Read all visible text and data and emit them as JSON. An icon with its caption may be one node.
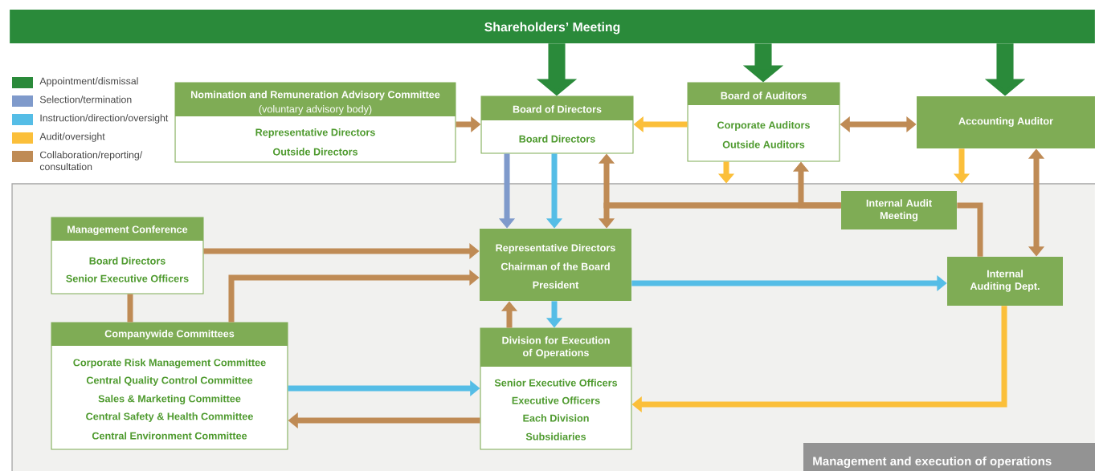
{
  "diagram": {
    "nodes": [
      {
        "text": [
          "Shareholders’ Meeting"
        ]
      },
      {
        "text": [
          "Nomination and Remuneration Advisory Committee",
          "(voluntary advisory body)",
          "Representative Directors",
          "Outside Directors"
        ]
      },
      {
        "text": [
          "Board of Directors",
          "Board Directors"
        ]
      },
      {
        "text": [
          "Board of Auditors",
          "Corporate Auditors",
          "Outside Auditors"
        ]
      },
      {
        "text": [
          "Accounting Auditor"
        ]
      },
      {
        "text": [
          "Management and execution of operations"
        ]
      },
      {
        "text": [
          "Internal Audit Meeting"
        ],
        "in": 5
      },
      {
        "text": [
          "Management Conference",
          "Board Directors",
          "Senior Executive Officers"
        ],
        "in": 5
      },
      {
        "text": [
          "Representative Directors",
          "Chairman of the Board",
          "President"
        ],
        "in": 5
      },
      {
        "text": [
          "Internal Auditing Dept."
        ],
        "in": 5
      },
      {
        "text": [
          "Companywide Committees",
          "Corporate Risk Management Committee",
          "Central Quality Control Committee",
          "Sales & Marketing Committee",
          "Central Safety & Health Committee",
          "Central Environment Committee"
        ],
        "in": 5
      },
      {
        "text": [
          "Division for Execution of Operations",
          "Senior Executive Officers",
          "Executive Officers",
          "Each Division",
          "Subsidiaries"
        ],
        "in": 5
      }
    ],
    "edges": [
      {
        "from": 0,
        "to": 2,
        "arrow": "to",
        "style": "thick",
        "color": "#2a8a3a"
      },
      {
        "from": 0,
        "to": 3,
        "arrow": "to",
        "style": "thick",
        "color": "#2a8a3a"
      },
      {
        "from": 0,
        "to": 4,
        "arrow": "to",
        "style": "thick",
        "color": "#2a8a3a"
      },
      {
        "from": 1,
        "to": 2,
        "arrow": "to"
      },
      {
        "from": 3,
        "to": 2,
        "arrow": "to",
        "color": "#fbbf3a"
      },
      {
        "from": 3,
        "to": 4,
        "arrow": "both"
      },
      {
        "from": 3,
        "to": 5,
        "arrow": "to",
        "color": "#fbbf3a"
      },
      {
        "from": 4,
        "to": 5,
        "arrow": "to",
        "color": "#fbbf3a"
      },
      {
        "from": 2,
        "to": 8,
        "arrow": "to",
        "color": "#7f9acb"
      },
      {
        "from": 2,
        "to": 8,
        "arrow": "to",
        "color": "#55bde6"
      },
      {
        "from": 6,
        "to": 2,
        "arrow": "to"
      },
      {
        "from": 6,
        "to": 8,
        "arrow": "to"
      },
      {
        "from": 6,
        "to": 3,
        "arrow": "to"
      },
      {
        "from": 6,
        "to": 9,
        "arrow": "none"
      },
      {
        "from": 4,
        "to": 9,
        "arrow": "both"
      },
      {
        "from": 8,
        "to": 9,
        "arrow": "to",
        "color": "#55bde6"
      },
      {
        "from": 7,
        "to": 8,
        "arrow": "to"
      },
      {
        "from": 7,
        "to": 10,
        "arrow": "none"
      },
      {
        "from": 10,
        "to": 8,
        "arrow": "to"
      },
      {
        "from": 10,
        "to": 11,
        "arrow": "to",
        "color": "#55bde6"
      },
      {
        "from": 11,
        "to": 10,
        "arrow": "to"
      },
      {
        "from": 11,
        "to": 8,
        "arrow": "to"
      },
      {
        "from": 8,
        "to": 11,
        "arrow": "to",
        "color": "#55bde6"
      },
      {
        "from": 9,
        "to": 11,
        "arrow": "to",
        "color": "#fbbf3a"
      }
    ],
    "legend": [
      {
        "text": "Appointment/dismissal",
        "color": "#2a8a3a"
      },
      {
        "text": "Selection/termination",
        "color": "#7f9acb"
      },
      {
        "text": "Instruction/direction/oversight",
        "color": "#55bde6"
      },
      {
        "text": "Audit/oversight",
        "color": "#fbbf3a"
      },
      {
        "text": "Collaboration/reporting/ consultation",
        "color": "#bf8b55"
      }
    ]
  }
}
